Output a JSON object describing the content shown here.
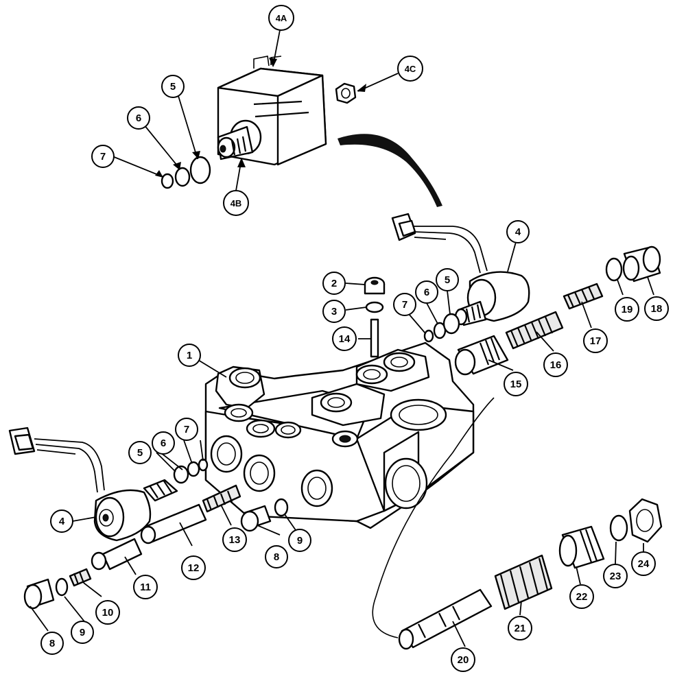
{
  "diagram": {
    "callouts": [
      {
        "id": "c1",
        "label": "1"
      },
      {
        "id": "c2",
        "label": "2"
      },
      {
        "id": "c3",
        "label": "3"
      },
      {
        "id": "c4a",
        "label": "4"
      },
      {
        "id": "c4b",
        "label": "4"
      },
      {
        "id": "c4A",
        "label": "4A"
      },
      {
        "id": "c4B",
        "label": "4B"
      },
      {
        "id": "c4C",
        "label": "4C"
      },
      {
        "id": "c5a",
        "label": "5"
      },
      {
        "id": "c5b",
        "label": "5"
      },
      {
        "id": "c5c",
        "label": "5"
      },
      {
        "id": "c6a",
        "label": "6"
      },
      {
        "id": "c6b",
        "label": "6"
      },
      {
        "id": "c6c",
        "label": "6"
      },
      {
        "id": "c7a",
        "label": "7"
      },
      {
        "id": "c7b",
        "label": "7"
      },
      {
        "id": "c7c",
        "label": "7"
      },
      {
        "id": "c8a",
        "label": "8"
      },
      {
        "id": "c8b",
        "label": "8"
      },
      {
        "id": "c9a",
        "label": "9"
      },
      {
        "id": "c9b",
        "label": "9"
      },
      {
        "id": "c10",
        "label": "10"
      },
      {
        "id": "c11",
        "label": "11"
      },
      {
        "id": "c12",
        "label": "12"
      },
      {
        "id": "c13",
        "label": "13"
      },
      {
        "id": "c14",
        "label": "14"
      },
      {
        "id": "c15",
        "label": "15"
      },
      {
        "id": "c16",
        "label": "16"
      },
      {
        "id": "c17",
        "label": "17"
      },
      {
        "id": "c18",
        "label": "18"
      },
      {
        "id": "c19",
        "label": "19"
      },
      {
        "id": "c20",
        "label": "20"
      },
      {
        "id": "c21",
        "label": "21"
      },
      {
        "id": "c22",
        "label": "22"
      },
      {
        "id": "c23",
        "label": "23"
      },
      {
        "id": "c24",
        "label": "24"
      }
    ]
  }
}
